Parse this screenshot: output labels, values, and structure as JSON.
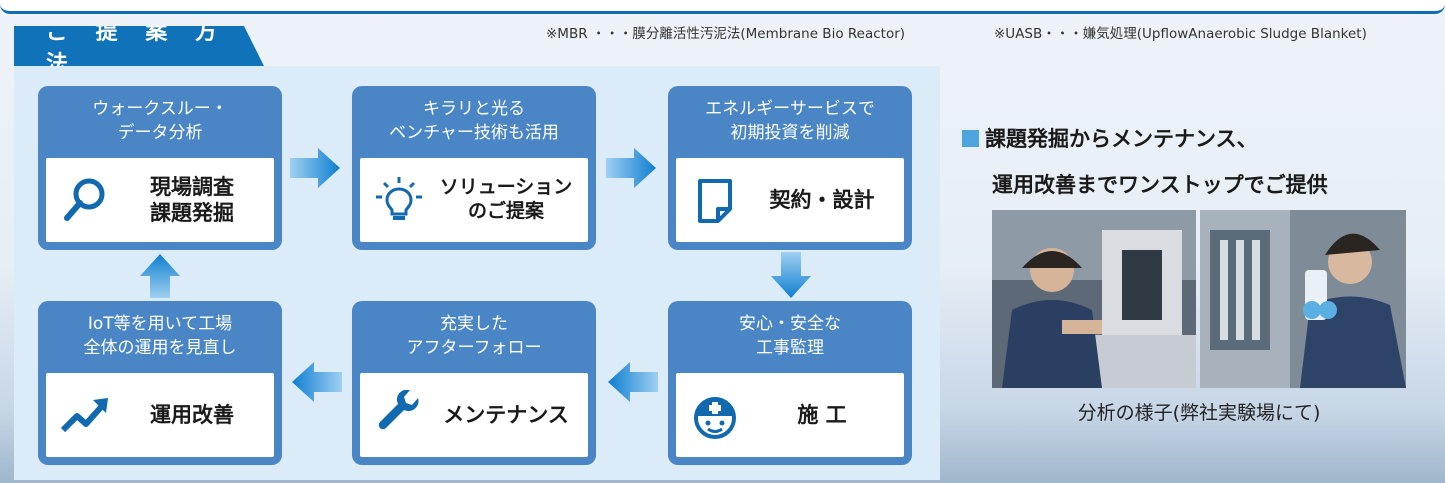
{
  "header": {
    "section_title": "ご 提 案 方 法",
    "note_mbr": "※MBR ・・・膜分離活性汚泥法(Membrane Bio Reactor)",
    "note_uasb": "※UASB・・・嫌気処理(UpflowAnaerobic Sludge Blanket)"
  },
  "steps": [
    {
      "title": "ウォークスルー・\nデータ分析",
      "label": "現場調査\n課題発掘",
      "icon": "magnifier-icon"
    },
    {
      "title": "キラリと光る\nベンチャー技術も活用",
      "label": "ソリューション\nのご提案",
      "icon": "lightbulb-icon"
    },
    {
      "title": "エネルギーサービスで\n初期投資を削減",
      "label": "契約・設計",
      "icon": "document-icon"
    },
    {
      "title": "安心・安全な\n工事監理",
      "label": "施 工",
      "icon": "hardhat-icon"
    },
    {
      "title": "充実した\nアフターフォロー",
      "label": "メンテナンス",
      "icon": "wrench-icon"
    },
    {
      "title": "IoT等を用いて工場\n全体の運用を見直し",
      "label": "運用改善",
      "icon": "trend-up-icon"
    }
  ],
  "side": {
    "tagline_line1": "課題発掘からメンテナンス、",
    "tagline_line2": "運用改善までワンストップでご提供",
    "caption": "分析の様子(弊社実験場にて)"
  },
  "colors": {
    "brand_blue": "#1072b8",
    "card_blue": "#4a86c6",
    "panel_bg": "#dcebf8",
    "accent_square": "#4ea5de",
    "icon_blue": "#1169b0"
  }
}
